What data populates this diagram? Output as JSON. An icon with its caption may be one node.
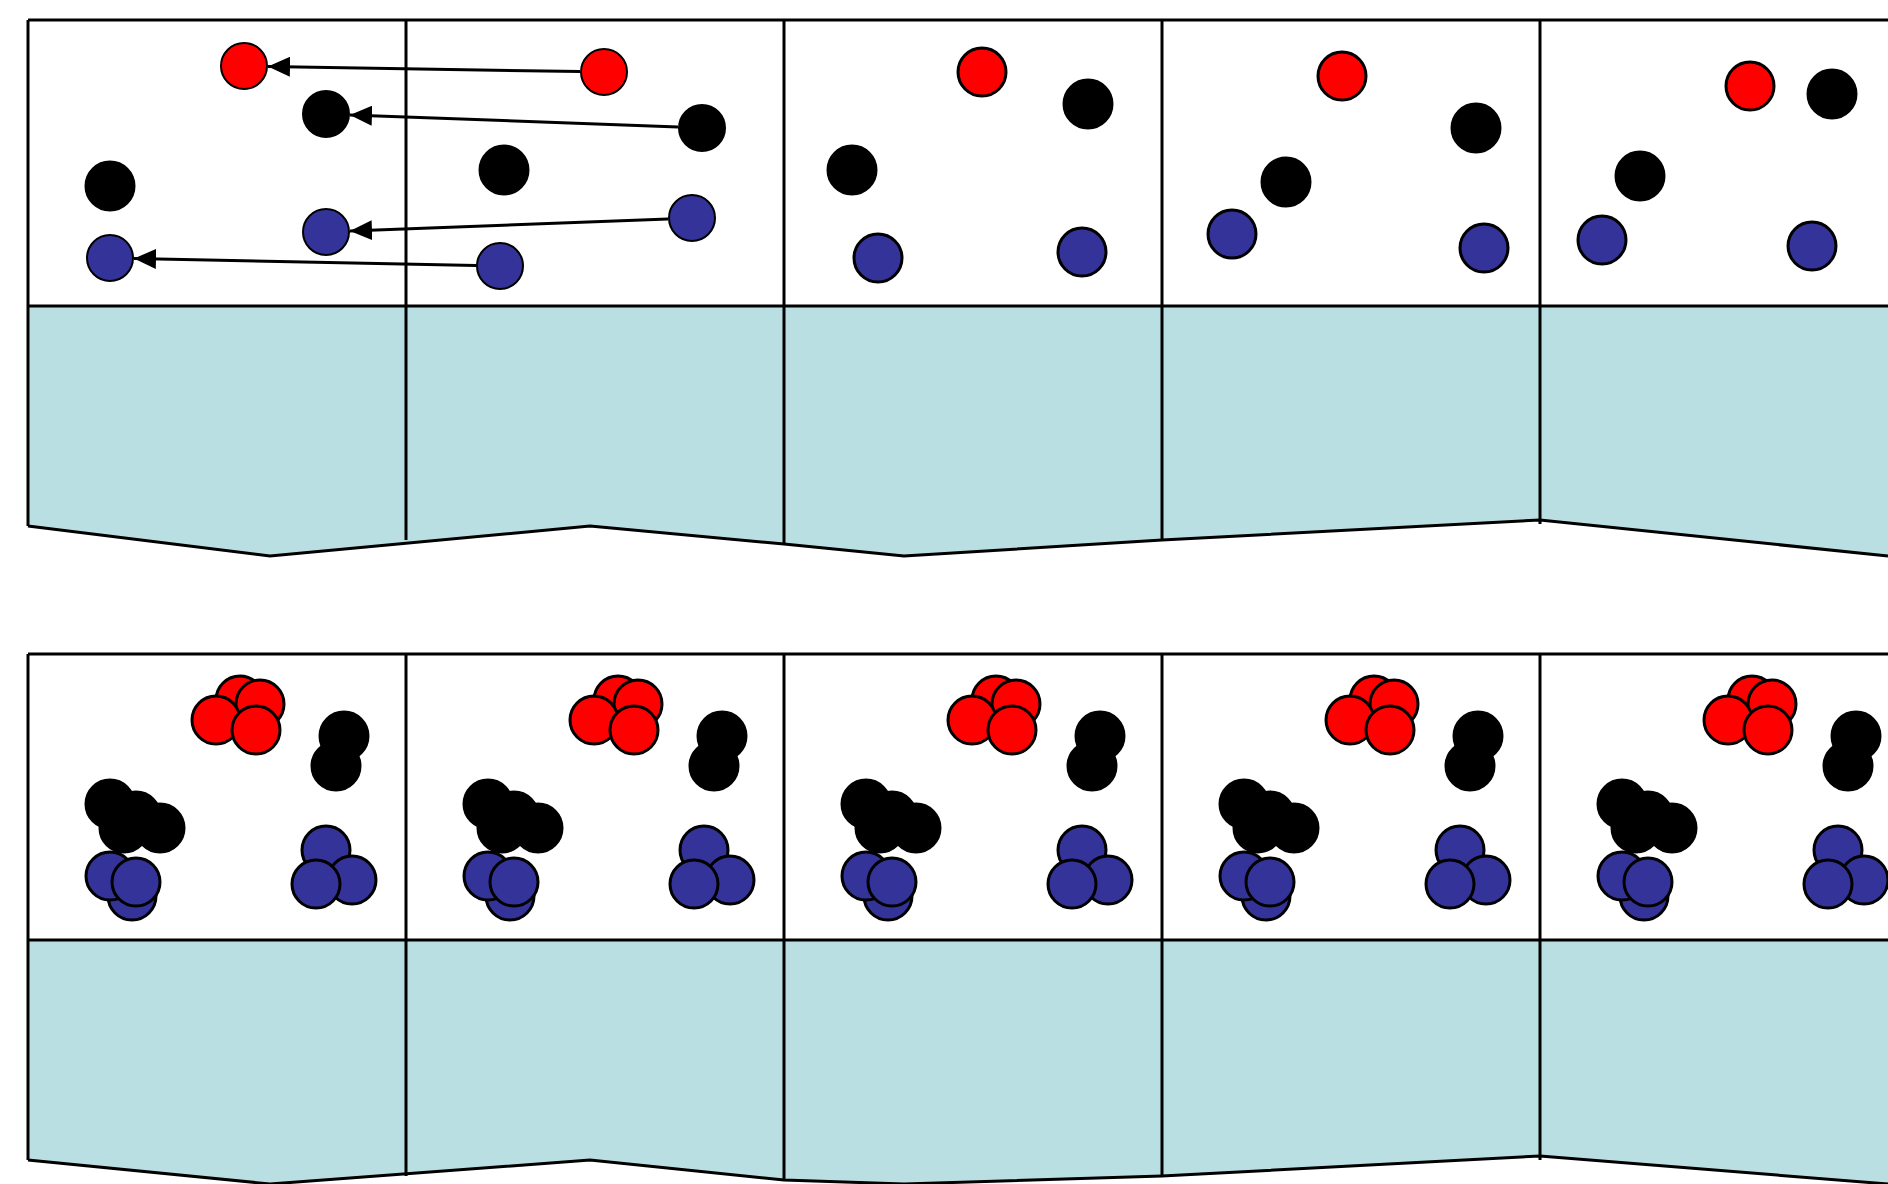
{
  "diagram": {
    "nodes": [
      {
        "text": [],
        "shape": "circle"
      },
      {
        "text": [],
        "shape": "circle"
      },
      {
        "text": [],
        "shape": "circle"
      },
      {
        "text": [],
        "shape": "circle"
      },
      {
        "text": [],
        "shape": "circle"
      },
      {
        "text": [],
        "shape": "circle"
      },
      {
        "text": [],
        "shape": "circle"
      },
      {
        "text": [],
        "shape": "circle"
      }
    ],
    "edges": [
      {
        "from": 4,
        "to": 0,
        "arrow": "to"
      },
      {
        "from": 5,
        "to": 1,
        "arrow": "to"
      },
      {
        "from": 6,
        "to": 2,
        "arrow": "to"
      },
      {
        "from": 7,
        "to": 3,
        "arrow": "to"
      }
    ]
  }
}
